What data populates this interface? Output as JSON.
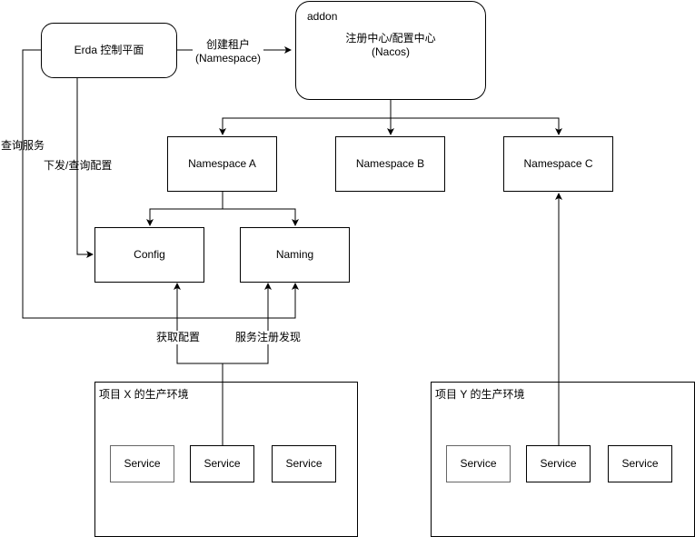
{
  "nodes": {
    "erda": {
      "label": "Erda 控制平面"
    },
    "addon": {
      "tag": "addon",
      "line1": "注册中心/配置中心",
      "line2": "(Nacos)"
    },
    "ns_a": {
      "label": "Namespace A"
    },
    "ns_b": {
      "label": "Namespace B"
    },
    "ns_c": {
      "label": "Namespace C"
    },
    "config": {
      "label": "Config"
    },
    "naming": {
      "label": "Naming"
    }
  },
  "environments": [
    {
      "title": "项目 X 的生产环境",
      "services": [
        "Service",
        "Service",
        "Service"
      ]
    },
    {
      "title": "项目 Y 的生产环境",
      "services": [
        "Service",
        "Service",
        "Service"
      ]
    }
  ],
  "edge_labels": {
    "create_tenant_line1": "创建租户",
    "create_tenant_line2": "(Namespace)",
    "query_service": "查询服务",
    "dispatch_query_config": "下发/查询配置",
    "fetch_config": "获取配置",
    "service_registry_discovery": "服务注册发现"
  }
}
